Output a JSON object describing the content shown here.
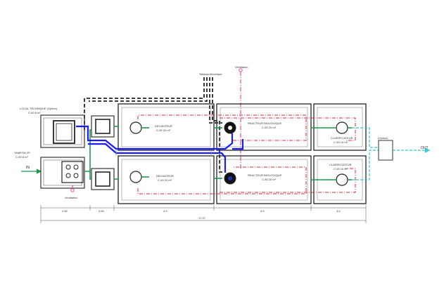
{
  "labels": {
    "tableau": "Tableau électrique",
    "ventilation_top": "Ventilation",
    "local_technique_title": "LOCAL TECHNIQUE (Option)",
    "local_technique_size": "C-60 8 m²",
    "tampon_title": "TAMPON 2P",
    "tampon_size": "C-90 6 m³",
    "in": "IN",
    "ventilation_bottom": "Ventilation",
    "decanteur_top_title": "DECANTEUR",
    "decanteur_top_size": "C-90 20 m³",
    "decanteur_bottom_title": "DECANTEUR",
    "decanteur_bottom_size": "C-90 20 m³",
    "reacteur_top_title": "REACTEUR BIOLOGIQUE",
    "reacteur_top_size": "C-90 20 m³",
    "reacteur_bottom_title": "REACTEUR BIOLOGIQUE",
    "reacteur_bottom_size": "C-90 20 m³",
    "clarif_top_title": "CLARIFICATEUR",
    "clarif_top_size": "C-90 10 m³",
    "clarif_bottom_title": "CLARIFICATEUR",
    "clarif_bottom_size": "C-90 10 m³",
    "option": "(Option)",
    "out": "OUT"
  },
  "dimensions": {
    "d1": "2.50",
    "d2": "0.50",
    "d3": "4.5",
    "d4": "4.5",
    "d5": "3.5",
    "total": "17.97"
  },
  "colors": {
    "structure": "#333333",
    "blue_pipe": "#1a1aff",
    "green_pipe": "#1a9a4a",
    "red_dash": "#d42a3a",
    "pink_line": "#e0508a",
    "cyan_out": "#30c8d8"
  }
}
